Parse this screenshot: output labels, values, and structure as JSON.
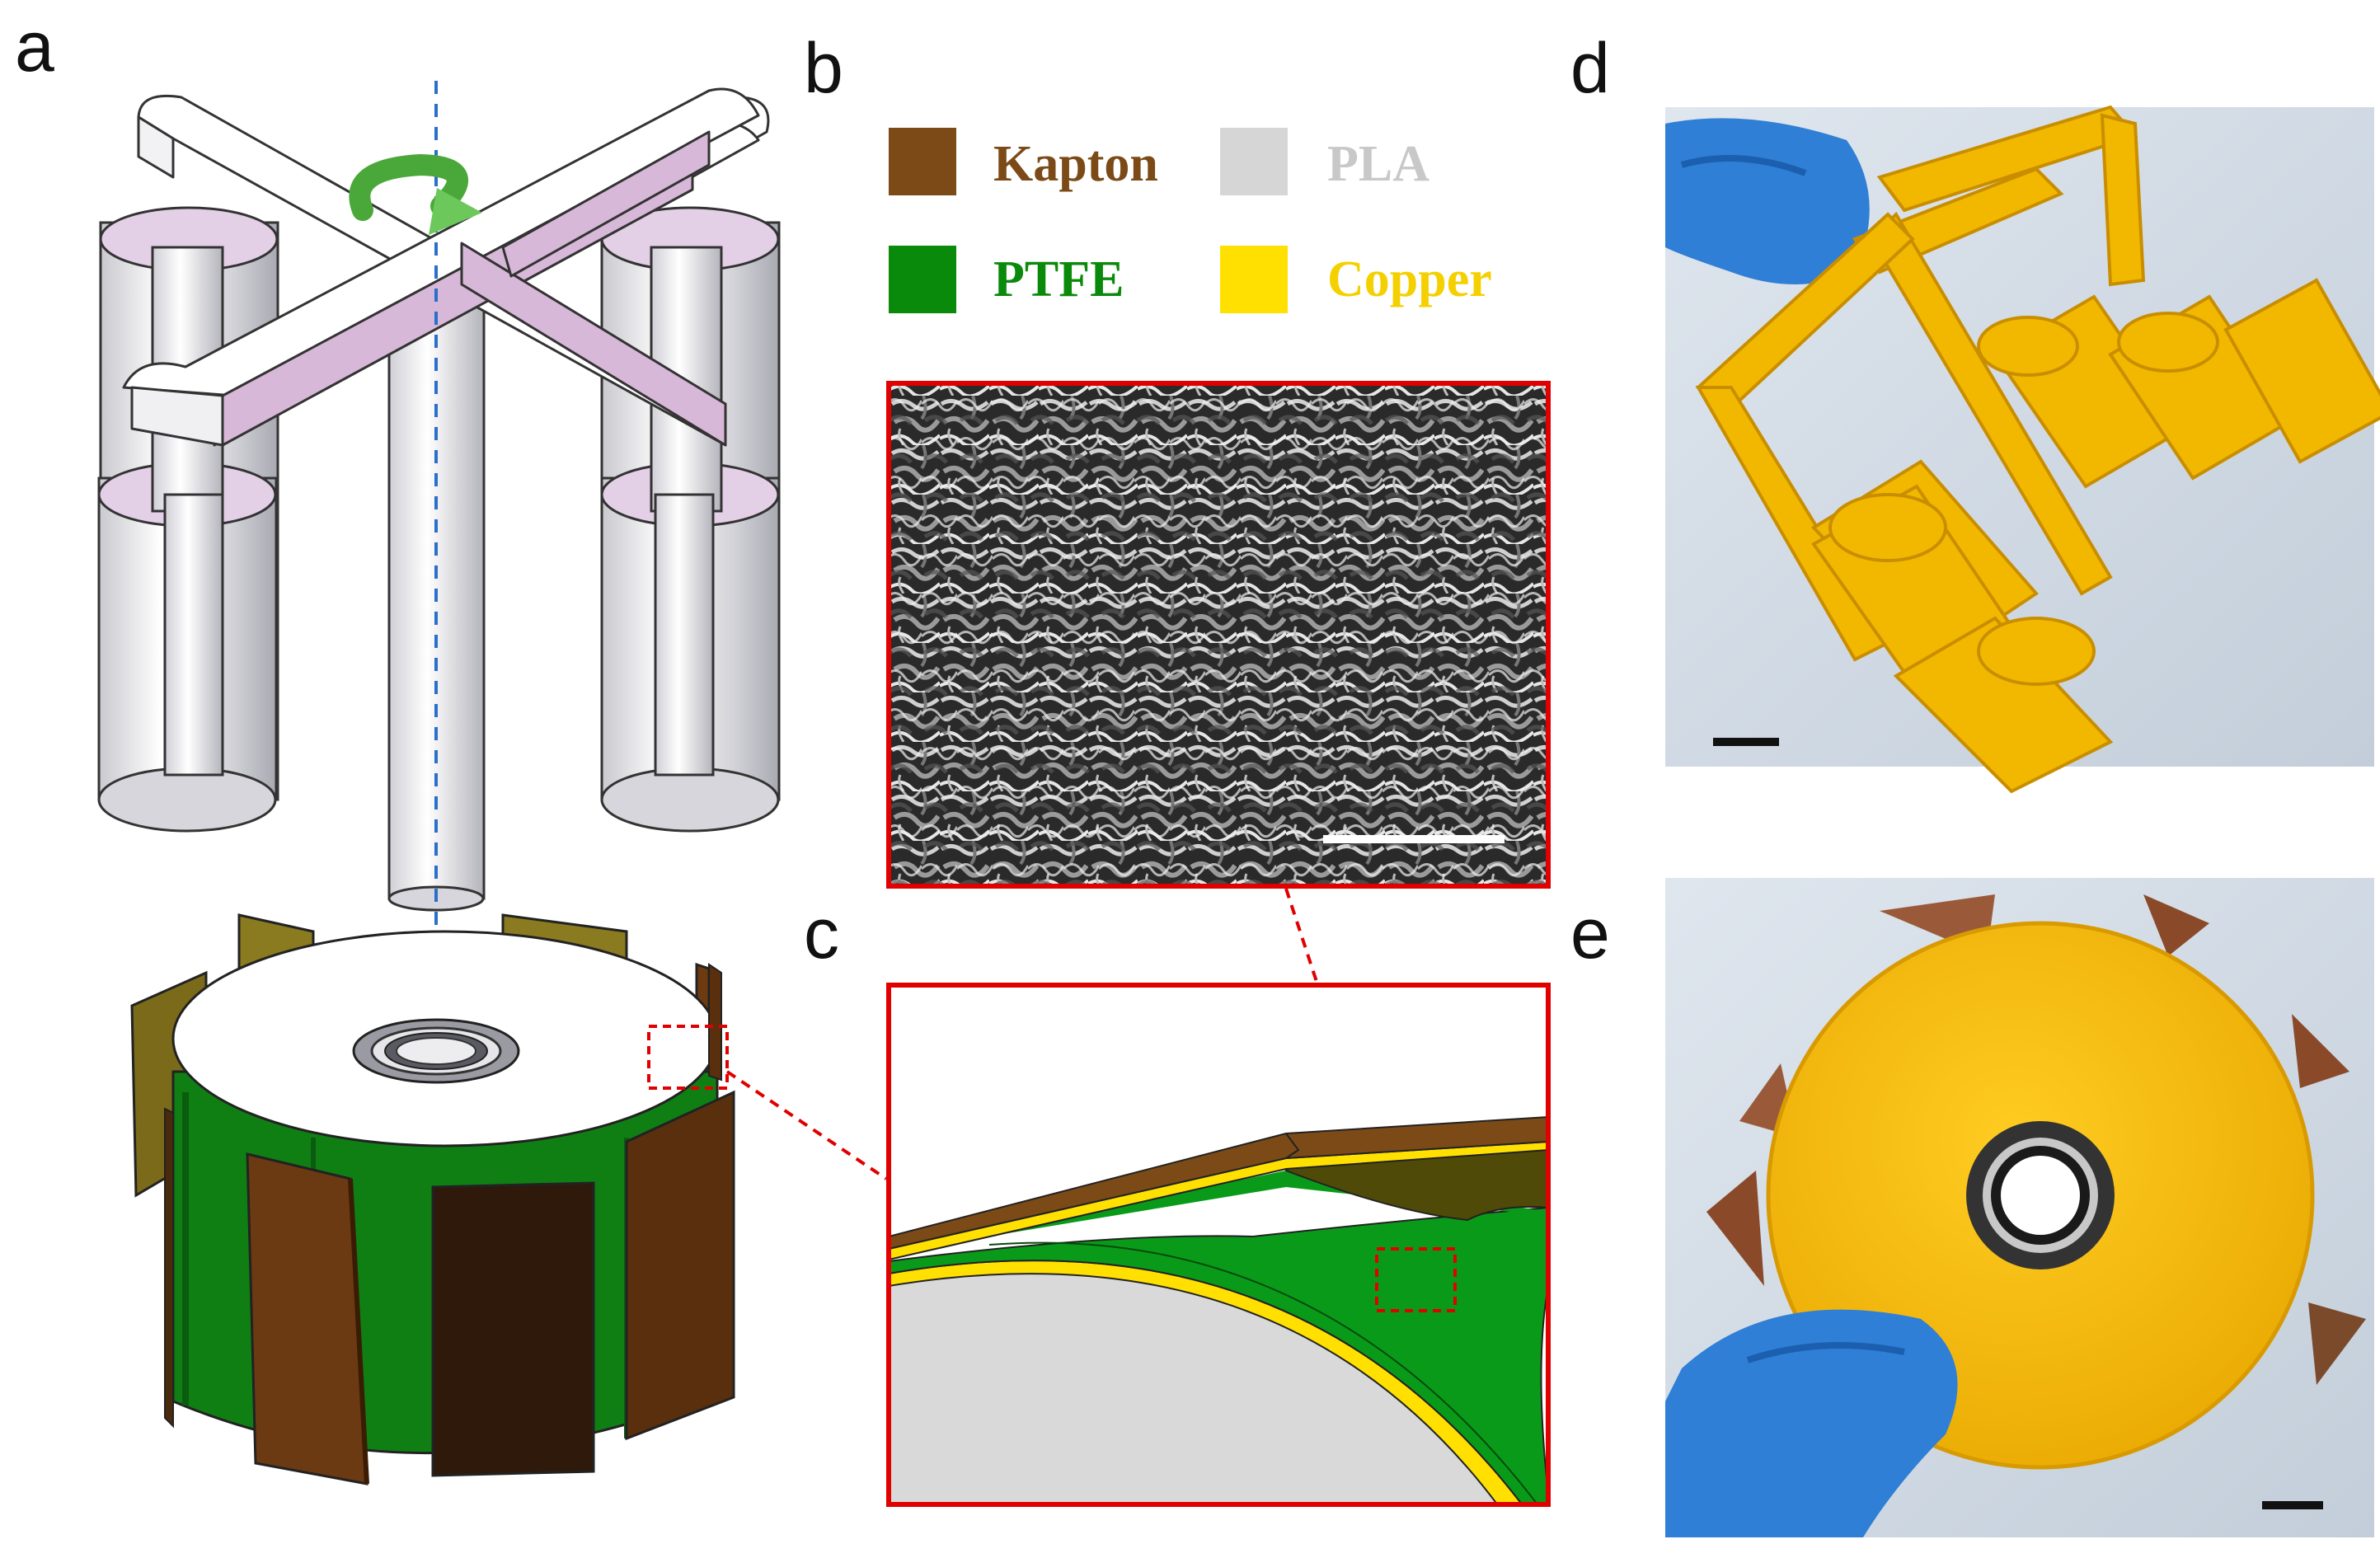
{
  "panels": {
    "a": "a",
    "b": "b",
    "c": "c",
    "d": "d",
    "e": "e"
  },
  "legend": [
    {
      "label": "Kapton",
      "color": "#7b4a17"
    },
    {
      "label": "PLA",
      "color": "#d6d6d6"
    },
    {
      "label": "PTFE",
      "color": "#0a8a0a"
    },
    {
      "label": "Copper",
      "color": "#ffe000"
    }
  ],
  "colors": {
    "highlight_box": "#e00000",
    "pla_frame": "#e8e8ea",
    "pla_side": "#d8b8d8",
    "photo_bg": "#cfd8e4",
    "printed_part": "#f2b800",
    "glove": "#2f7fd6"
  },
  "icons": [
    "rotation-arrow-icon",
    "rotation-axis"
  ]
}
